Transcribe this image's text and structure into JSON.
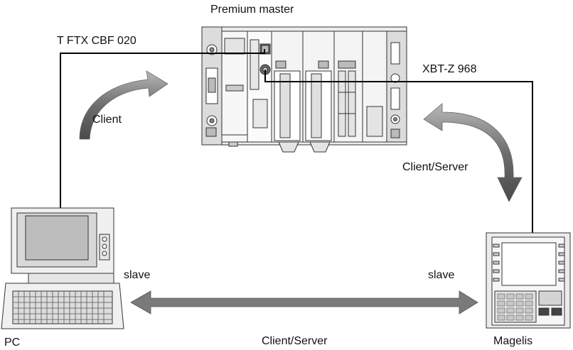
{
  "labels": {
    "premium_master": "Premium master",
    "cable_pc": "T FTX CBF 020",
    "cable_magelis": "XBT-Z 968",
    "client": "Client",
    "client_server_right": "Client/Server",
    "slave_left": "slave",
    "slave_right": "slave",
    "client_server_bottom": "Client/Server",
    "pc": "PC",
    "magelis": "Magelis"
  },
  "colors": {
    "line": "#000000",
    "arrow": "#7a7a7a",
    "device_fill": "#f4f4f4",
    "device_stroke": "#333333"
  }
}
